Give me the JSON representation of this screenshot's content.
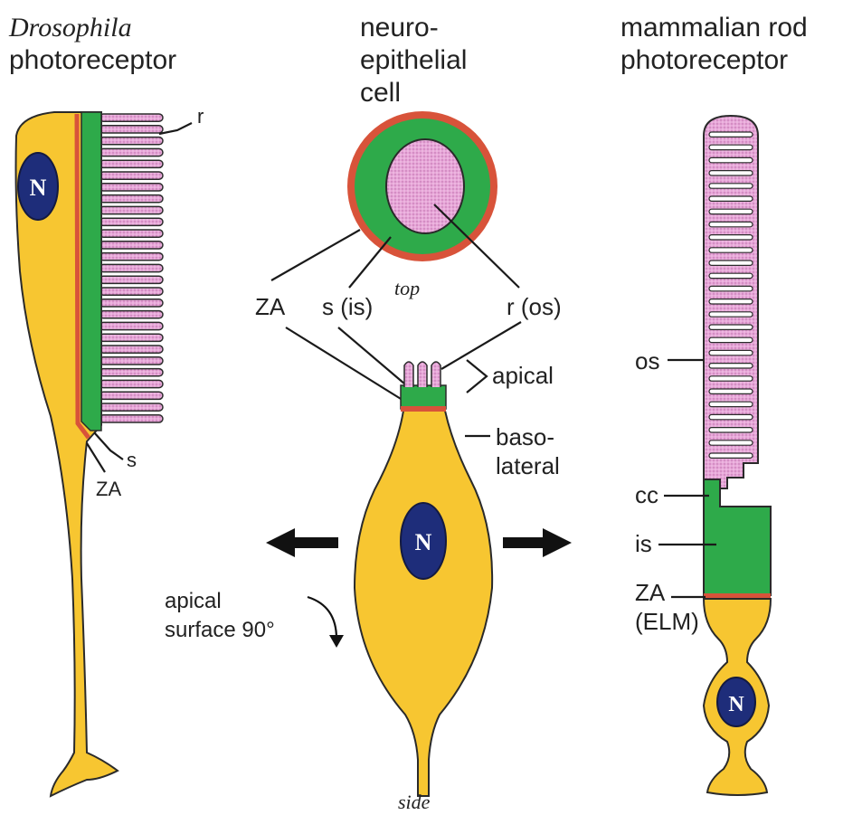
{
  "colors": {
    "cytoplasm": "#f7c631",
    "junction_green": "#2eaa4a",
    "za_red": "#d8533a",
    "rhabdomere_pink": "#e7a6d8",
    "nucleus_blue": "#1e2d7a",
    "arrow": "#111111"
  },
  "drosophila": {
    "title_line1": "Drosophila",
    "title_line2": "photoreceptor",
    "nucleus": "N",
    "label_r": "r",
    "label_s": "s",
    "label_za": "ZA"
  },
  "neuro": {
    "title_line1": "neuro-",
    "title_line2": "epithelial",
    "title_line3": "cell",
    "top_label": "top",
    "side_label": "side",
    "label_za": "ZA",
    "label_s_is": "s (is)",
    "label_r_os": "r (os)",
    "label_apical": "apical",
    "label_baso_1": "baso-",
    "label_baso_2": "lateral",
    "nucleus": "N",
    "rotation_line1": "apical",
    "rotation_line2": "surface 90°"
  },
  "rod": {
    "title_line1": "mammalian rod",
    "title_line2": "photoreceptor",
    "label_os": "os",
    "label_cc": "cc",
    "label_is": "is",
    "label_za": "ZA",
    "label_elm": "(ELM)",
    "nucleus": "N"
  }
}
